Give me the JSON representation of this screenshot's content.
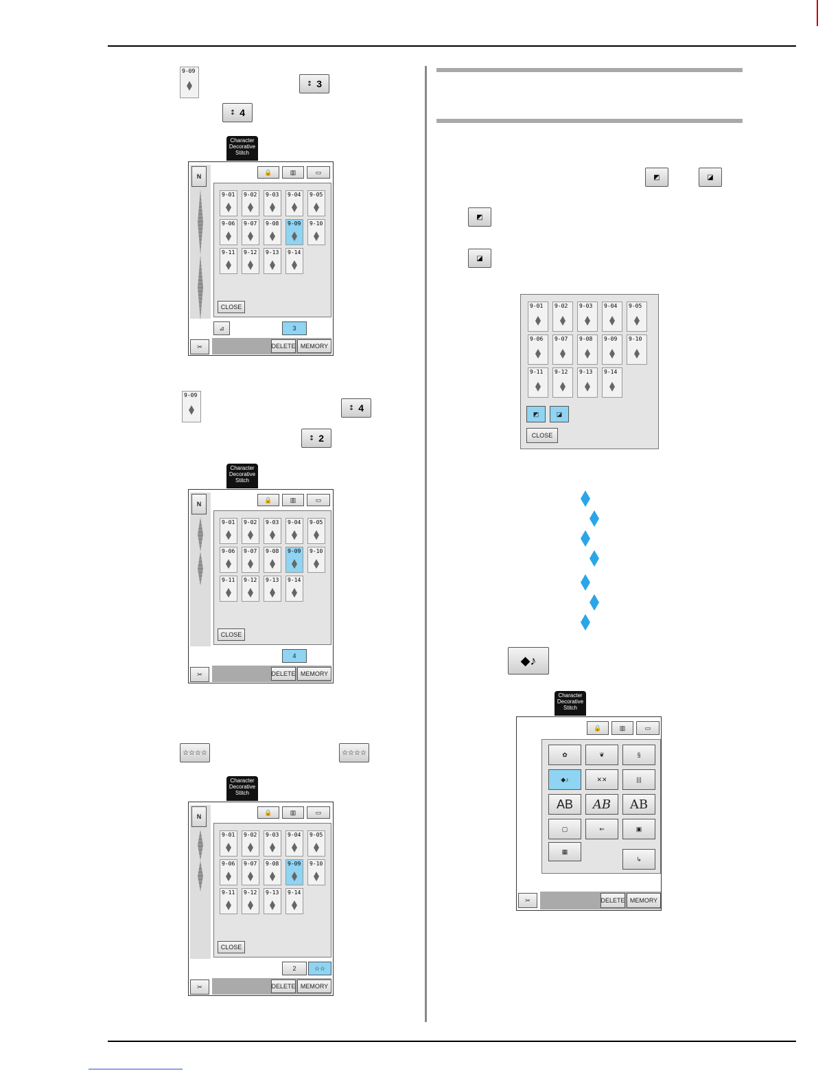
{
  "tabs": {
    "screen_tab": "Character Decorative Stitch"
  },
  "panel": {
    "stitches": [
      "9-01",
      "9-02",
      "9-03",
      "9-04",
      "9-05",
      "9-06",
      "9-07",
      "9-08",
      "9-09",
      "9-10",
      "9-11",
      "9-12",
      "9-13",
      "9-14"
    ],
    "close": "CLOSE",
    "delete": "DELETE",
    "memory": "MEMORY",
    "needle": "N"
  },
  "icons": {
    "stitch_chip_label": "9-09",
    "spacing_3": "3",
    "spacing_4": "4",
    "spacing_2": "2"
  },
  "menu": {
    "ab1": "AB",
    "ab2": "AB",
    "ab3": "AB"
  },
  "colors": {
    "selected": "#8fd4f2",
    "preview": "#2aa6e8"
  }
}
